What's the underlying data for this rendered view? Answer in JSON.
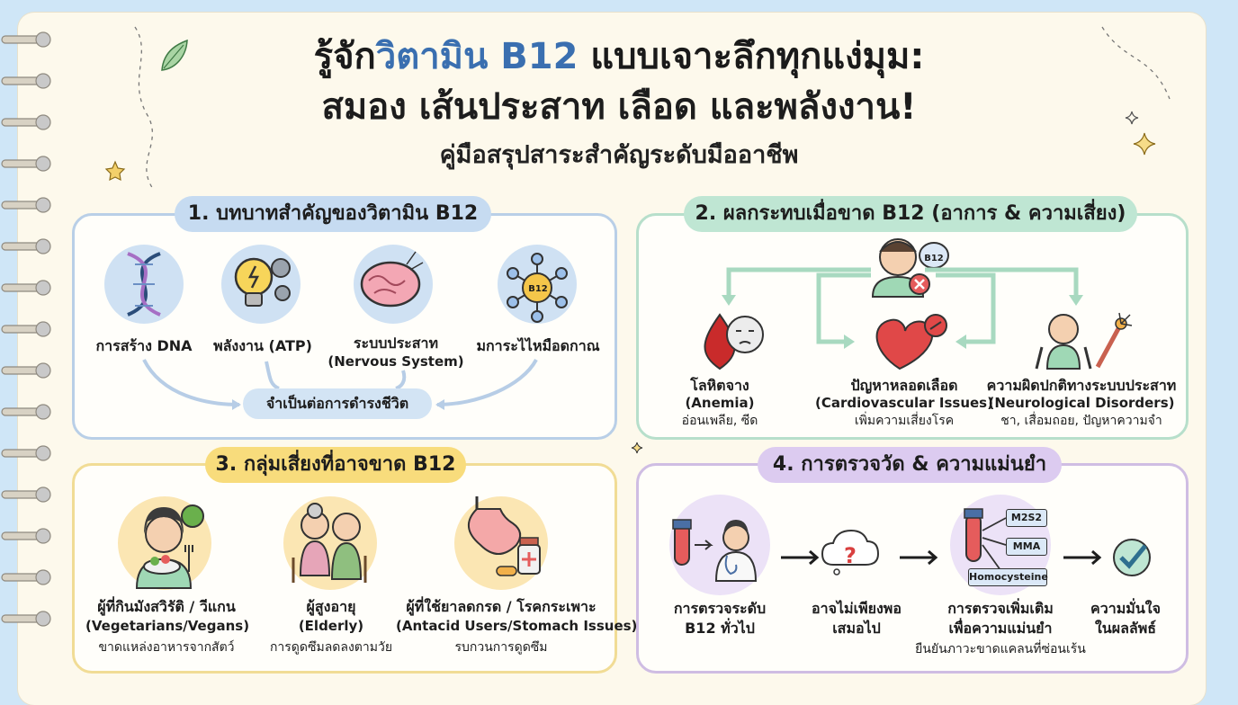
{
  "title": {
    "line1_prefix": "รู้จัก",
    "line1_highlight": "วิตามิน B12",
    "line1_suffix": " แบบเจาะลึกทุกแง่มุม:",
    "line2": "สมอง เส้นประสาท เลือด และพลังงาน!",
    "subtitle": "คู่มือสรุปสาระสำคัญระดับมืออาชีพ"
  },
  "section1": {
    "heading": "1. บทบาทสำคัญของวิตามิน B12",
    "items": [
      {
        "label": "การสร้าง DNA",
        "sub": "",
        "icon": "dna-icon"
      },
      {
        "label": "พลังงาน (ATP)",
        "sub": "",
        "icon": "lightbulb-gears-icon"
      },
      {
        "label": "ระบบประสาท",
        "sub": "(Nervous System)",
        "icon": "brain-icon"
      },
      {
        "label": "มการะไไหมือดกาณ",
        "sub": "",
        "icon": "b12-molecule-icon"
      }
    ],
    "center_label": "จำเป็นต่อการดำรงชีวิต",
    "b12_badge": "B12"
  },
  "section2": {
    "heading": "2. ผลกระทบเมื่อขาด B12 (อาการ & ความเสี่ยง)",
    "b12_badge": "B12",
    "items": [
      {
        "label": "โลหิตจาง",
        "en": "(Anemia)",
        "sub": "อ่อนเพลีย, ซีด",
        "icon": "blood-drop-icon"
      },
      {
        "label": "ปัญหาหลอดเลือด",
        "en": "(Cardiovascular Issues)",
        "sub": "เพิ่มความเสี่ยงโรค",
        "icon": "heart-icon"
      },
      {
        "label": "ความผิดปกติทางระบบประสาท",
        "en": "(Neurological Disorders)",
        "sub": "ชา, เสื่อมถอย, ปัญหาความจำ",
        "icon": "neuron-icon"
      }
    ]
  },
  "section3": {
    "heading": "3. กลุ่มเสี่ยงที่อาจขาด B12",
    "items": [
      {
        "label": "ผู้ที่กินมังสวิรัติ / วีแกน",
        "en": "(Vegetarians/Vegans)",
        "sub": "ขาดแหล่งอาหารจากสัตว์",
        "icon": "vegetarian-icon"
      },
      {
        "label": "ผู้สูงอายุ",
        "en": "(Elderly)",
        "sub": "การดูดซึมลดลงตามวัย",
        "icon": "elderly-couple-icon"
      },
      {
        "label": "ผู้ที่ใช้ยาลดกรด / โรคกระเพาะ",
        "en": "(Antacid Users/Stomach Issues)",
        "sub": "รบกวนการดูดซึม",
        "icon": "stomach-icon"
      }
    ]
  },
  "section4": {
    "heading": "4. การตรวจวัด & ความแม่นยำ",
    "steps": [
      {
        "line1": "การตรวจระดับ",
        "line2": "B12 ทั่วไป",
        "icon": "doctor-test-icon"
      },
      {
        "line1": "อาจไม่เพียงพอ",
        "line2": "เสมอไป",
        "icon": "question-cloud-icon"
      },
      {
        "line1": "การตรวจเพิ่มเติม",
        "line2": "เพื่อความแม่นยำ",
        "icon": "test-tube-icon"
      },
      {
        "line1": "ความมั่นใจ",
        "line2": "ในผลลัพธ์",
        "icon": "check-icon"
      }
    ],
    "markers": [
      "M2S2",
      "MMA",
      "Homocysteine"
    ],
    "note": "ยืนยันภาวะขาดแคลนที่ซ่อนเร้น"
  },
  "colors": {
    "blue": "#b9cfe7",
    "green": "#b7dfcb",
    "yellow": "#f1dc95",
    "purple": "#cfbde3",
    "title_highlight": "#3a6fb0"
  }
}
